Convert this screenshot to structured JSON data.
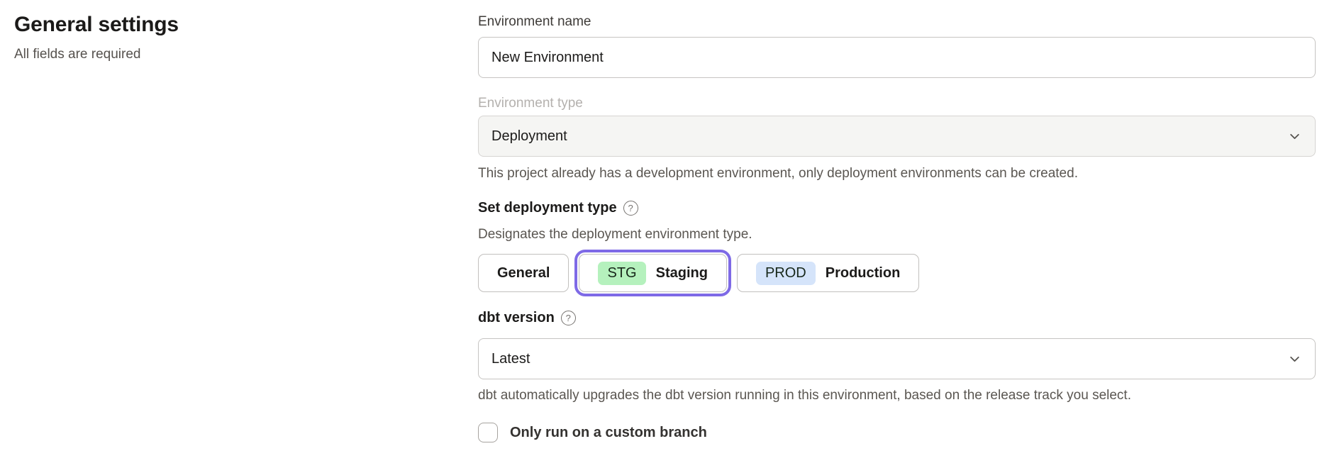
{
  "page": {
    "title": "General settings",
    "subtitle": "All fields are required"
  },
  "form": {
    "environment_name": {
      "label": "Environment name",
      "value": "New Environment"
    },
    "environment_type": {
      "label": "Environment type",
      "value": "Deployment",
      "helper": "This project already has a development environment, only deployment environments can be created."
    },
    "deployment_type": {
      "label": "Set deployment type",
      "help_glyph": "?",
      "description": "Designates the deployment environment type.",
      "options": [
        {
          "label": "General",
          "selected": false
        },
        {
          "label": "Staging",
          "badge": "STG",
          "selected": true
        },
        {
          "label": "Production",
          "badge": "PROD",
          "selected": false
        }
      ]
    },
    "dbt_version": {
      "label": "dbt version",
      "help_glyph": "?",
      "value": "Latest",
      "helper": "dbt automatically upgrades the dbt version running in this environment, based on the release track you select."
    },
    "custom_branch": {
      "label": "Only run on a custom branch",
      "checked": false
    }
  },
  "colors": {
    "selected_ring": "#7e6ae6",
    "staging_badge": "#b5f1bd",
    "production_badge": "#d5e4fa"
  }
}
